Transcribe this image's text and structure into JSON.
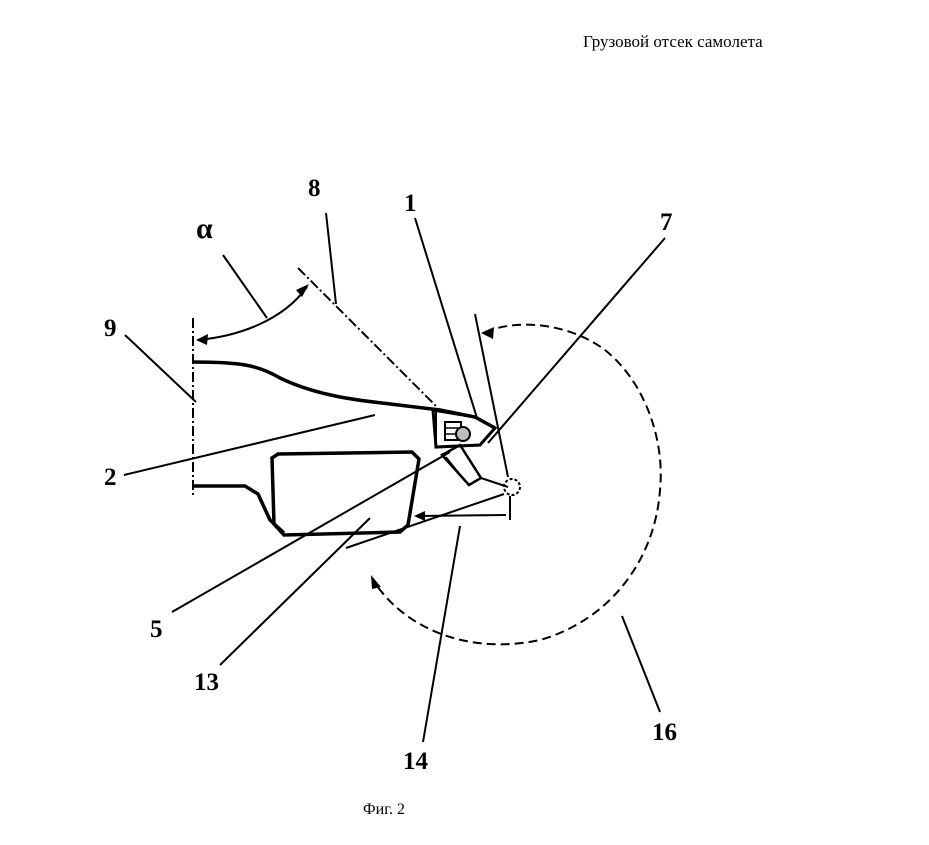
{
  "header": {
    "title": "Грузовой отсек самолета"
  },
  "figure": {
    "caption": "Фиг. 2",
    "labels": {
      "alpha": "α",
      "l1": "1",
      "l2": "2",
      "l5": "5",
      "l7": "7",
      "l8": "8",
      "l9": "9",
      "l13": "13",
      "l14": "14",
      "l16": "16"
    }
  }
}
